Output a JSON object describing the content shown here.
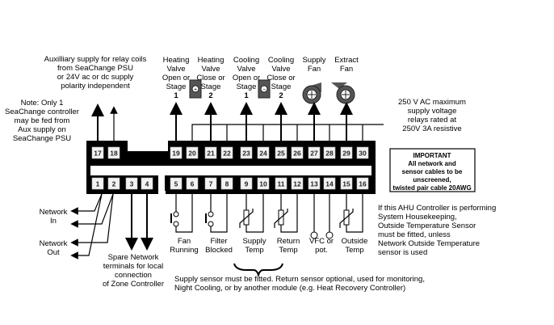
{
  "notes": {
    "aux_supply": [
      "Auxilliary supply for relay coils",
      "from SeaChange PSU",
      "or 24V ac or dc supply",
      "polarity independent"
    ],
    "only_one": [
      "Note: Only 1",
      "SeaChange controller",
      "may be fed from",
      "Aux supply on",
      "SeaChange PSU"
    ],
    "voltage": [
      "250 V AC  maximum",
      "supply voltage",
      "relays rated at",
      "250V 3A resistive"
    ],
    "important": [
      "IMPORTANT",
      "All network and",
      "sensor cables to be",
      "unscreened,",
      "twisted pair cable 20AWG"
    ],
    "housekeeping": [
      "If this AHU Controller is performing",
      "System Housekeeping,",
      "Outside Temperature Sensor",
      "must be fitted, unless",
      "Network Outside Temperature",
      "sensor is used"
    ],
    "supply_sensor": [
      "Supply sensor must be fitted. Return sensor optional, used for monitoring,",
      "Night Cooling, or by another module (e.g. Heat Recovery Controller)"
    ],
    "spare_network": [
      "Spare Network",
      "terminals for local",
      "connection",
      "of Zone Controller"
    ]
  },
  "outputs": [
    {
      "label": [
        "Heating",
        "Valve",
        "Open or",
        "Stage"
      ],
      "num": "1"
    },
    {
      "label": [
        "Heating",
        "Valve",
        "Close or",
        "Stage"
      ],
      "num": "2"
    },
    {
      "label": [
        "Cooling",
        "Valve",
        "Open or",
        "Stage"
      ],
      "num": "1"
    },
    {
      "label": [
        "Cooling",
        "Valve",
        "Close or",
        "Stage"
      ],
      "num": "2"
    },
    {
      "label": [
        "Supply",
        "Fan"
      ],
      "num": ""
    },
    {
      "label": [
        "Extract",
        "Fan"
      ],
      "num": ""
    }
  ],
  "valve_symbols": {
    "heating": "+",
    "cooling": "−"
  },
  "network": {
    "in": [
      "Network",
      "In"
    ],
    "out": [
      "Network",
      "Out"
    ]
  },
  "inputs": [
    {
      "label": [
        "Fan",
        "Running"
      ]
    },
    {
      "label": [
        "Filter",
        "Blocked"
      ]
    },
    {
      "label": [
        "Supply",
        "Temp"
      ]
    },
    {
      "label": [
        "Return",
        "Temp"
      ]
    },
    {
      "label": [
        "VFC or",
        "pot."
      ]
    },
    {
      "label": [
        "Outside",
        "Temp"
      ]
    }
  ],
  "terminals_top": [
    "17",
    "18",
    "19",
    "20",
    "21",
    "22",
    "23",
    "24",
    "25",
    "26",
    "27",
    "28",
    "29",
    "30"
  ],
  "terminals_bottom": [
    "1",
    "2",
    "3",
    "4",
    "5",
    "6",
    "7",
    "8",
    "9",
    "10",
    "11",
    "12",
    "13",
    "14",
    "15",
    "16"
  ]
}
